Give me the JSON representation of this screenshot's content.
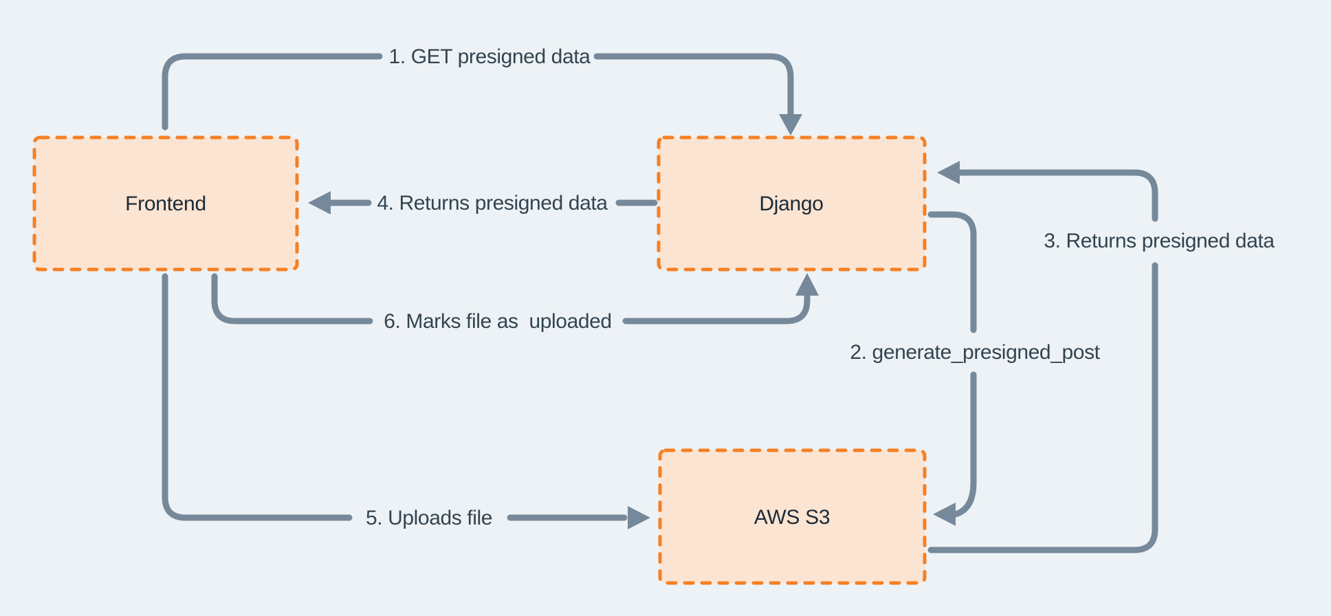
{
  "nodes": {
    "frontend": {
      "label": "Frontend"
    },
    "django": {
      "label": "Django"
    },
    "aws_s3": {
      "label": "AWS S3"
    }
  },
  "edges": {
    "step1": {
      "label": "1. GET presigned data",
      "from": "Frontend",
      "to": "Django"
    },
    "step2": {
      "label": "2. generate_presigned_post",
      "from": "Django",
      "to": "AWS S3"
    },
    "step3": {
      "label": "3. Returns presigned data",
      "from": "AWS S3",
      "to": "Django"
    },
    "step4": {
      "label": "4. Returns presigned data",
      "from": "Django",
      "to": "Frontend"
    },
    "step5": {
      "label": "5. Uploads file",
      "from": "Frontend",
      "to": "AWS S3"
    },
    "step6": {
      "label": "6. Marks file as  uploaded",
      "from": "Frontend",
      "to": "Django"
    }
  },
  "colors": {
    "background": "#edf2f6",
    "node_fill": "#fce4d3",
    "node_border": "#f58025",
    "arrow": "#76899a",
    "edge_label_text": "#334450",
    "node_label_text": "#1b2a36"
  }
}
